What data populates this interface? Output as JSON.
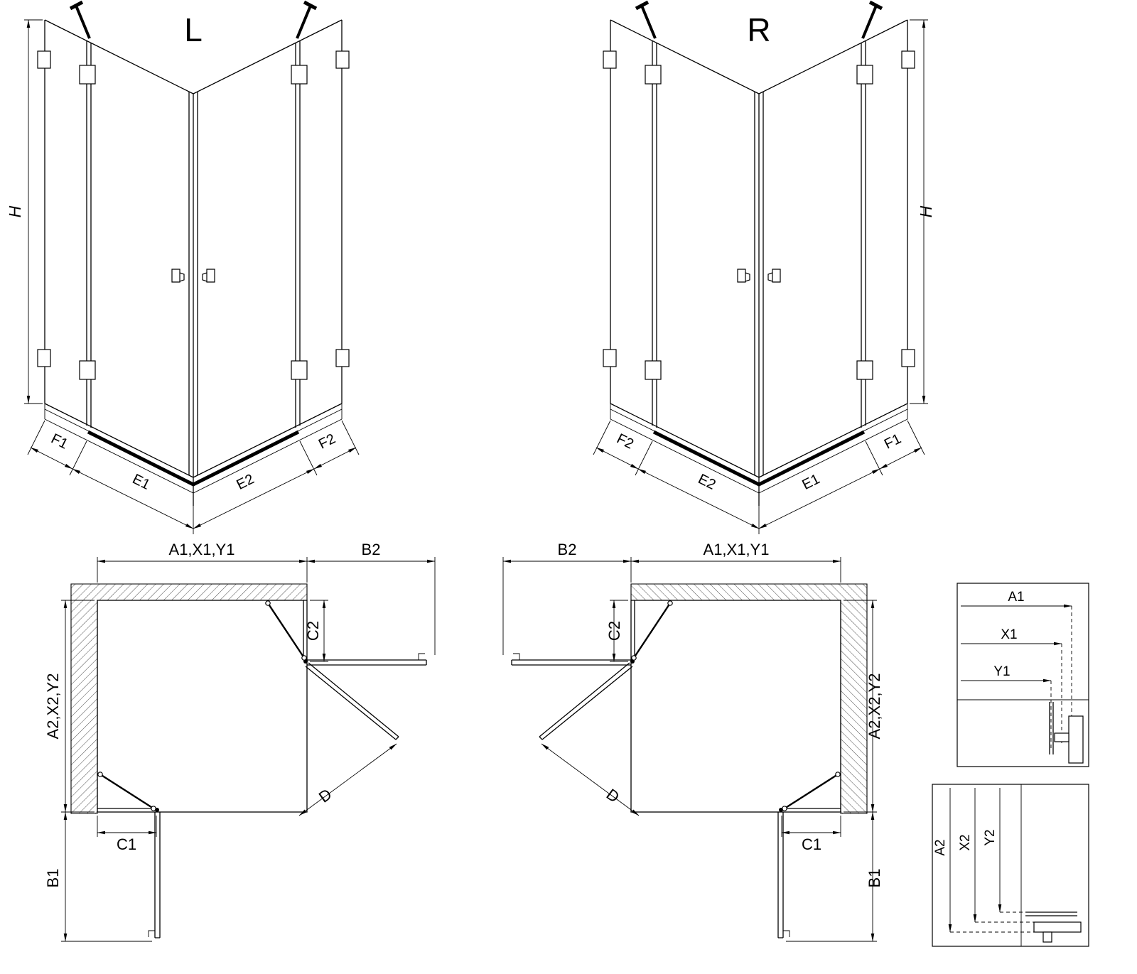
{
  "drawing": {
    "background": "#ffffff",
    "line_color": "#000000"
  },
  "units_3d": {
    "left": {
      "title": "L",
      "height_label": "H",
      "bottom_labels": [
        "F1",
        "E1",
        "E2",
        "F2"
      ]
    },
    "right": {
      "title": "R",
      "height_label": "H",
      "bottom_labels": [
        "F2",
        "E2",
        "E1",
        "F1"
      ]
    }
  },
  "plans": {
    "left": {
      "top_width": "A1,X1,Y1",
      "door_projection_top": "B2",
      "side_depth": "A2,X2,Y2",
      "fixed_panel_side": "C2",
      "fixed_panel_bottom": "C1",
      "door_projection_bottom": "B1",
      "entry_diagonal": "D"
    },
    "right": {
      "top_width": "A1,X1,Y1",
      "door_projection_top": "B2",
      "side_depth": "A2,X2,Y2",
      "fixed_panel_side": "C2",
      "fixed_panel_bottom": "C1",
      "door_projection_bottom": "B1",
      "entry_diagonal": "D"
    }
  },
  "details": {
    "width_chain": [
      "A1",
      "X1",
      "Y1"
    ],
    "depth_chain": [
      "A2",
      "X2",
      "Y2"
    ]
  }
}
